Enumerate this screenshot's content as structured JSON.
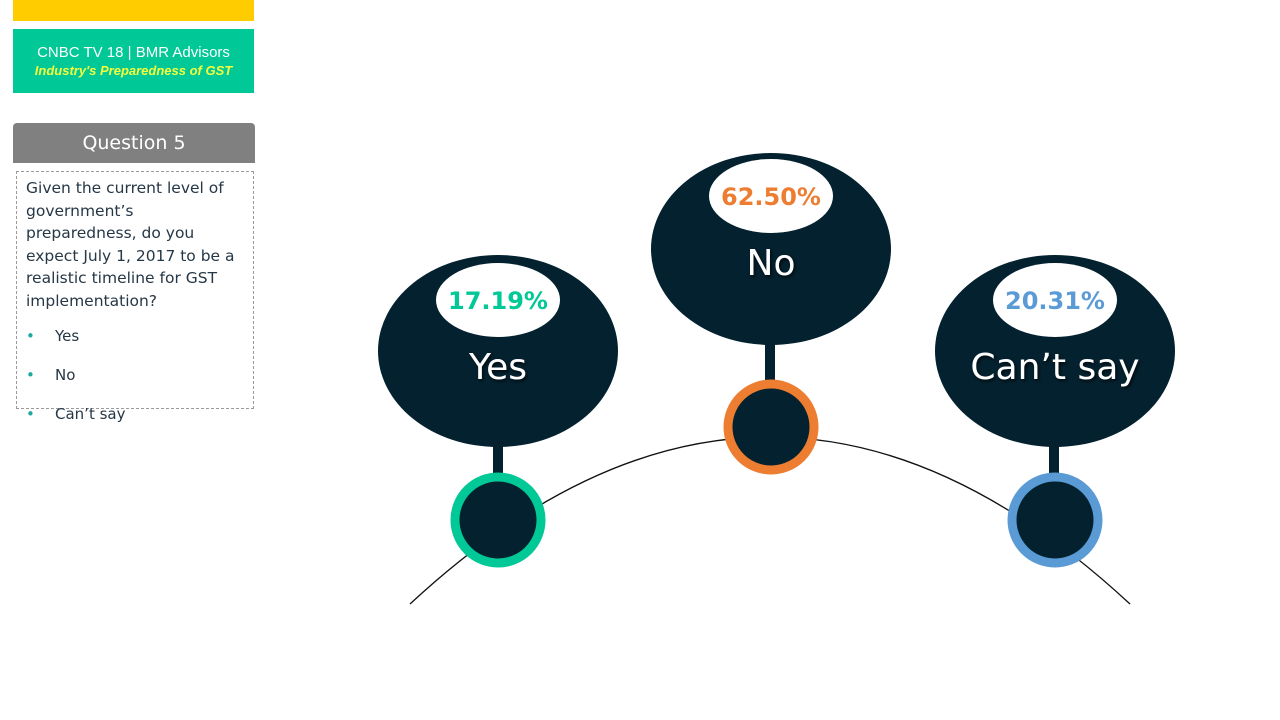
{
  "header": {
    "line1": "CNBC TV 18 | BMR Advisors",
    "line2": "Industry's Preparedness of GST"
  },
  "question": {
    "title": "Question 5",
    "text": "Given the current level of government’s preparedness, do you expect July 1, 2017 to be a realistic timeline for GST implementation?",
    "options": [
      "Yes",
      "No",
      "Can’t say"
    ]
  },
  "colors": {
    "dark": "#04212f",
    "yes": "#00c896",
    "no": "#ed7d31",
    "cant_say": "#5b9bd5",
    "brand": "#00c896",
    "accent_yellow": "#ffcc00"
  },
  "chart_data": {
    "type": "pie",
    "categories": [
      "Yes",
      "No",
      "Can’t say"
    ],
    "values": [
      17.19,
      62.5,
      20.31
    ],
    "value_labels": [
      "17.19%",
      "62.50%",
      "20.31%"
    ]
  }
}
